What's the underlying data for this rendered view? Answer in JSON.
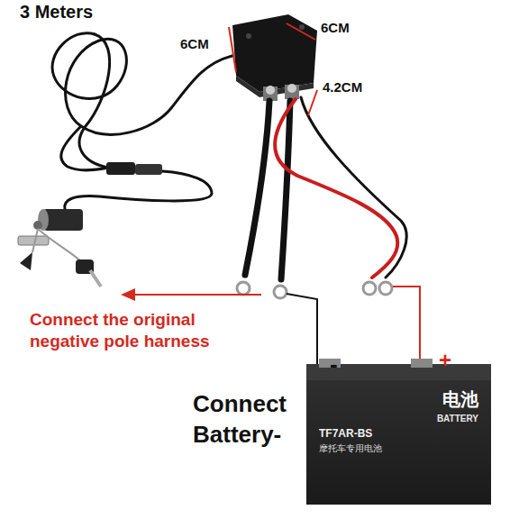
{
  "diagram": {
    "nodes": [
      {
        "text": [
          "电池",
          "BATTERY",
          "TF7AR-BS",
          "摩托车专用电池"
        ]
      }
    ],
    "labels": [
      "3 Meters",
      "6CM",
      "6CM",
      "4.2CM",
      "Connect the original negative pole harness",
      "Connect Battery-",
      "-",
      "+"
    ]
  }
}
